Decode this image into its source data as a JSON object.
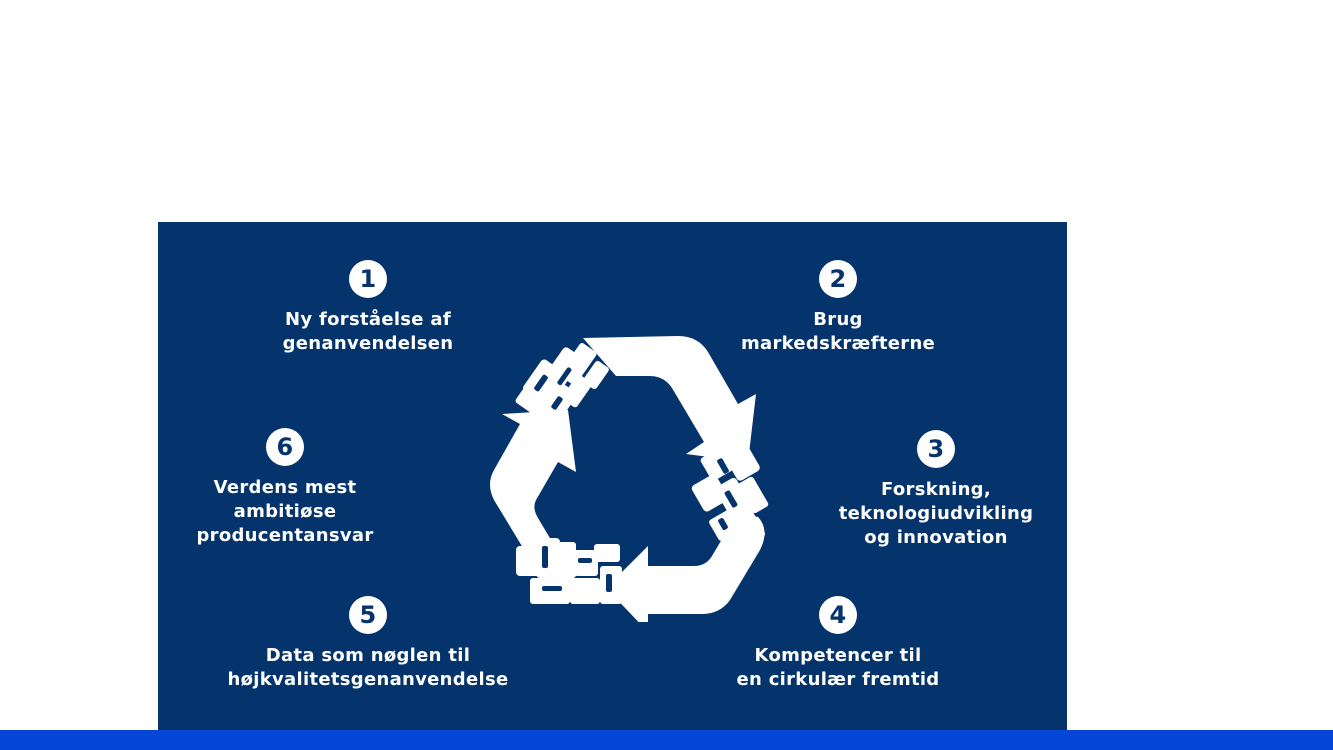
{
  "colors": {
    "panel": "#05336b",
    "bottom_bar": "#0546d8",
    "text": "#ffffff"
  },
  "diagram": {
    "center_icon": "recycle-arrows-icon",
    "items": [
      {
        "number": "1",
        "lines": [
          "Ny forståelse af",
          "genanvendelsen"
        ]
      },
      {
        "number": "2",
        "lines": [
          "Brug",
          "markedskræfterne"
        ]
      },
      {
        "number": "3",
        "lines": [
          "Forskning,",
          "teknologiudvikling",
          "og innovation"
        ]
      },
      {
        "number": "4",
        "lines": [
          "Kompetencer til",
          "en cirkulær fremtid"
        ]
      },
      {
        "number": "5",
        "lines": [
          "Data som nøglen til",
          "højkvalitetsgenanvendelse"
        ]
      },
      {
        "number": "6",
        "lines": [
          "Verdens mest",
          "ambitiøse",
          "producentansvar"
        ]
      }
    ]
  }
}
